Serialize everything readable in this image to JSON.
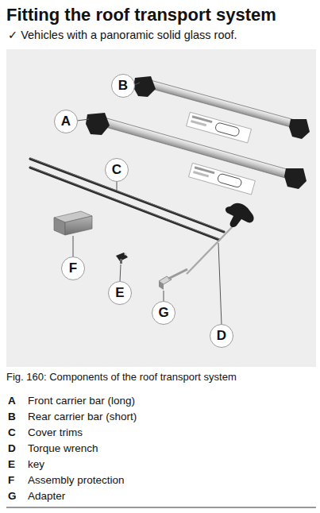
{
  "diagram": {
    "title": "Fitting the roof transport system",
    "caption": "Fig. 160: Components of the roof transport system",
    "nodes": [
      {
        "text": [
          "B"
        ]
      },
      {
        "text": [
          "A"
        ]
      },
      {
        "text": [
          "C"
        ]
      },
      {
        "text": [
          "F"
        ]
      },
      {
        "text": [
          "E"
        ]
      },
      {
        "text": [
          "G"
        ]
      },
      {
        "text": [
          "D"
        ]
      }
    ],
    "labels": [
      "✓ Vehicles with a panoramic solid glass roof.",
      "A",
      "Front carrier bar (long)",
      "B",
      "Rear carrier bar (short)",
      "C",
      "Cover trims",
      "D",
      "Torque wrench",
      "E",
      "key",
      "F",
      "Assembly protection",
      "G",
      "Adapter"
    ]
  }
}
